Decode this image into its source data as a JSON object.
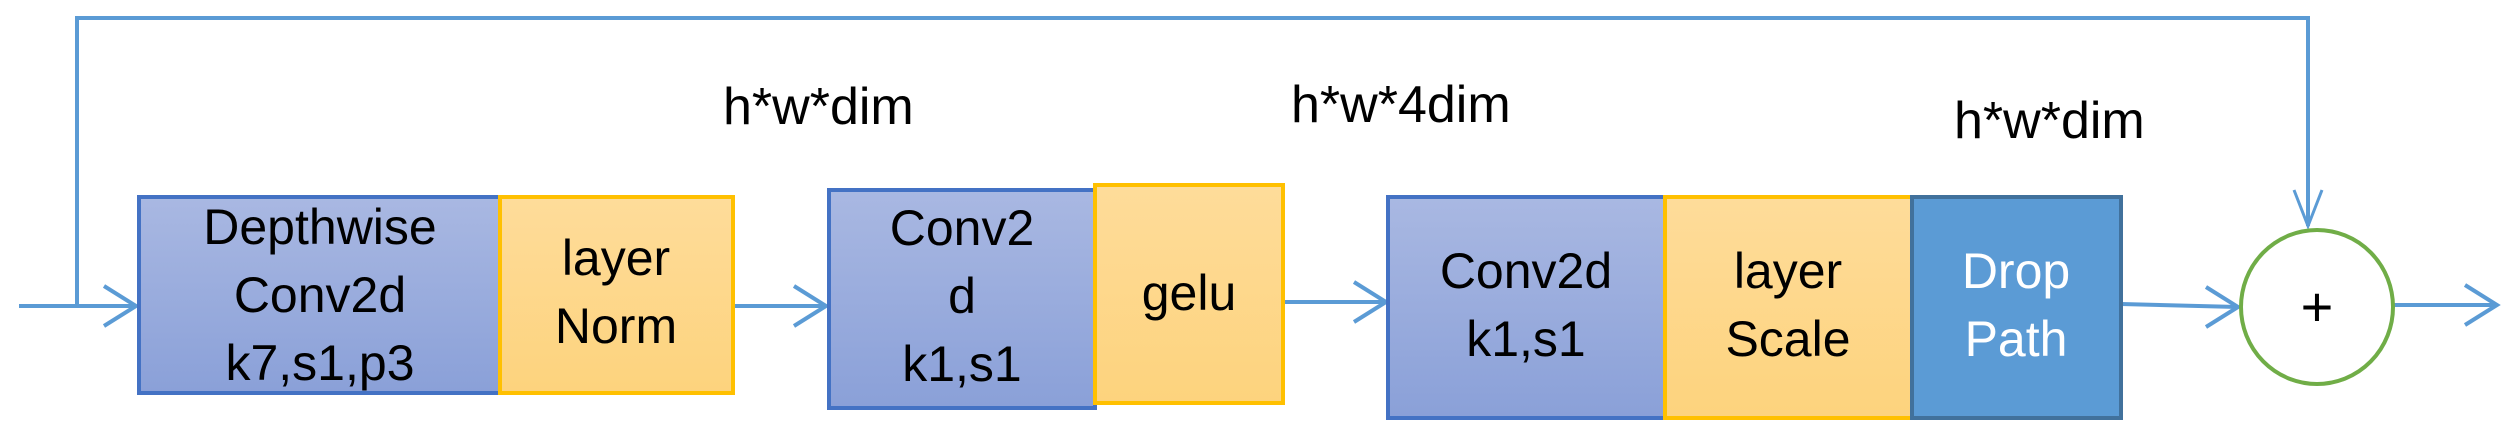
{
  "colors": {
    "line": "#5b9bd5",
    "conv_fill": "#9dade0",
    "conv_border": "#4472c4",
    "norm_fill": "#fed88f",
    "norm_border": "#ffc000",
    "drop_fill": "#5b9bd5",
    "drop_border": "#41719c",
    "add_border": "#70ad47"
  },
  "labels": {
    "shape1": "h*w*dim",
    "shape2": "h*w*4dim",
    "shape3": "h*w*dim"
  },
  "blocks": [
    {
      "lines": [
        "Depthwise",
        "Conv2d",
        "k7,s1,p3"
      ]
    },
    {
      "lines": [
        "layer",
        "Norm"
      ]
    },
    {
      "lines": [
        "Conv2",
        "d",
        "k1,s1"
      ]
    },
    {
      "lines": [
        "gelu"
      ]
    },
    {
      "lines": [
        "Conv2d",
        "k1,s1"
      ]
    },
    {
      "lines": [
        "layer",
        "Scale"
      ]
    },
    {
      "lines": [
        "Drop",
        "Path"
      ]
    }
  ],
  "add_node": {
    "symbol": "+"
  }
}
